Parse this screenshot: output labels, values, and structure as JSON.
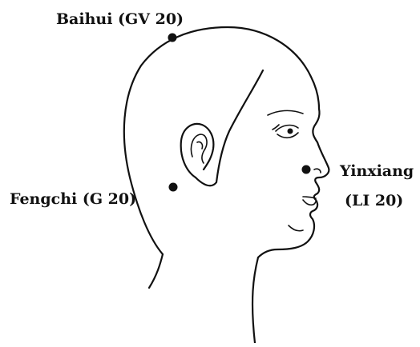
{
  "labels": {
    "baihui": "Baihui (GV 20)",
    "fengchi": "Fengchi (G 20)",
    "yinxiang_name": "Yinxiang",
    "yinxiang_code": "(LI 20)"
  }
}
